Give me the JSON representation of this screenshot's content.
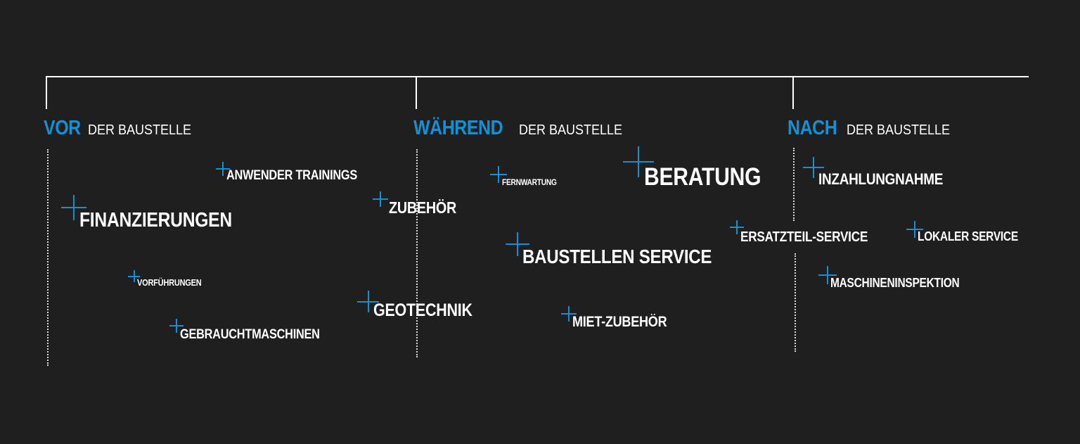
{
  "phases": [
    {
      "keyword": "VOR",
      "rest": "DER BAUSTELLE"
    },
    {
      "keyword": "WÄHREND",
      "rest": "DER BAUSTELLE"
    },
    {
      "keyword": "NACH",
      "rest": "DER BAUSTELLE"
    }
  ],
  "services": [
    {
      "label": "ANWENDER TRAININGS"
    },
    {
      "label": "FINANZIERUNGEN"
    },
    {
      "label": "VORFÜHRUNGEN"
    },
    {
      "label": "GEBRAUCHTMASCHINEN"
    },
    {
      "label": "ZUBEHÖR"
    },
    {
      "label": "GEOTECHNIK"
    },
    {
      "label": "FERNWARTUNG"
    },
    {
      "label": "BERATUNG"
    },
    {
      "label": "BAUSTELLEN SERVICE"
    },
    {
      "label": "MIET-ZUBEHÖR"
    },
    {
      "label": "INZAHLUNGNAHME"
    },
    {
      "label": "ERSATZTEIL-SERVICE"
    },
    {
      "label": "LOKALER SERVICE"
    },
    {
      "label": "MASCHINENINSPEKTION"
    }
  ],
  "colors": {
    "accent": "#1391d6",
    "text": "#ffffff",
    "background": "#1f1f1f"
  },
  "icon": "plus-icon"
}
